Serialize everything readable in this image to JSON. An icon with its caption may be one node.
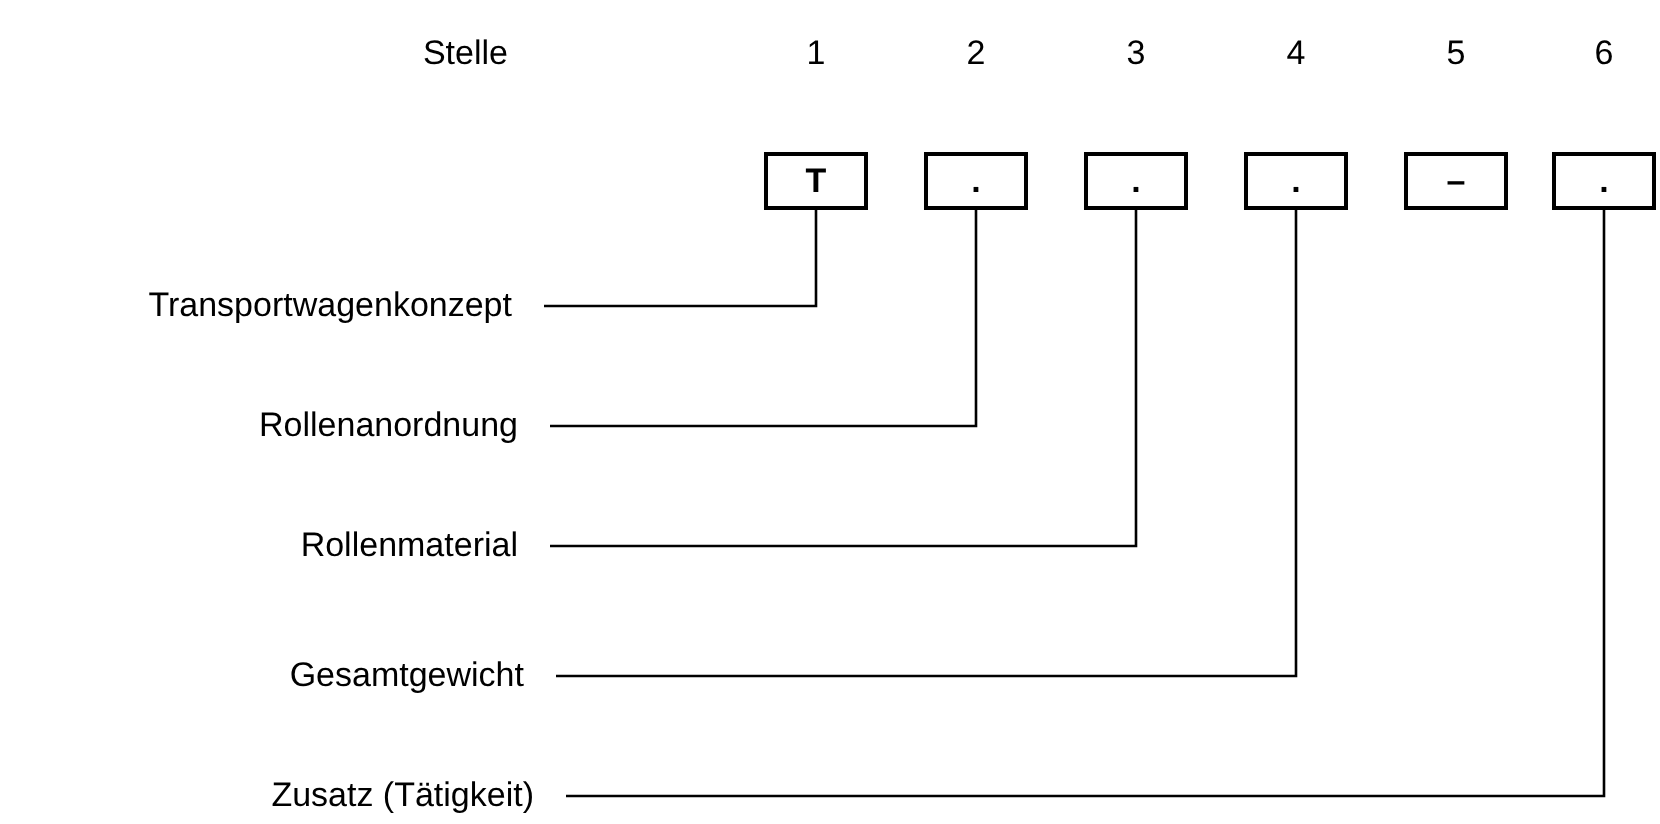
{
  "diagram": {
    "nodes": [
      {
        "text": [
          "T"
        ]
      },
      {
        "text": [
          "."
        ]
      },
      {
        "text": [
          "."
        ]
      },
      {
        "text": [
          "."
        ]
      },
      {
        "text": [
          "–"
        ]
      },
      {
        "text": [
          "."
        ]
      },
      {
        "text": [
          "Transportwagenkonzept"
        ]
      },
      {
        "text": [
          "Rollenanordnung"
        ]
      },
      {
        "text": [
          "Rollenmaterial"
        ]
      },
      {
        "text": [
          "Gesamtgewicht"
        ]
      },
      {
        "text": [
          "Zusatz (Tätigkeit)"
        ]
      }
    ],
    "edges": [
      {
        "from": 6,
        "to": 0,
        "arrow": "none"
      },
      {
        "from": 7,
        "to": 1,
        "arrow": "none"
      },
      {
        "from": 8,
        "to": 2,
        "arrow": "none"
      },
      {
        "from": 9,
        "to": 3,
        "arrow": "none"
      },
      {
        "from": 10,
        "to": 5,
        "arrow": "none"
      }
    ],
    "labels": [
      "Stelle",
      "1",
      "2",
      "3",
      "4",
      "5",
      "6"
    ]
  }
}
